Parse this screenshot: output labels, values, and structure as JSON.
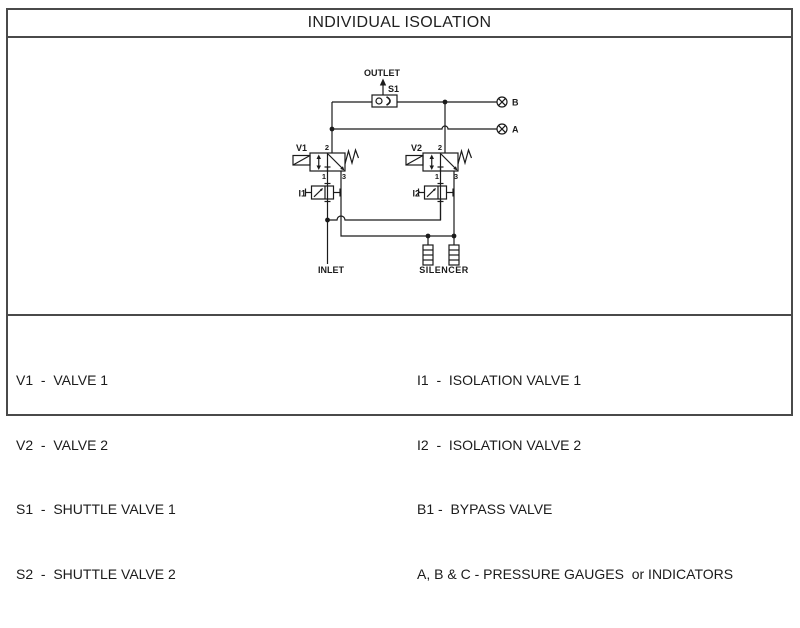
{
  "title": "INDIVIDUAL ISOLATION",
  "diagram": {
    "labels": {
      "outlet": "OUTLET",
      "shuttle": "S1",
      "valve1": "V1",
      "valve2": "V2",
      "iso1": "I1",
      "iso2": "I2",
      "inlet": "INLET",
      "silencer": "SILENCER",
      "gauge_b": "B",
      "gauge_a": "A",
      "port1": "1",
      "port2": "2",
      "port3": "3"
    }
  },
  "legend": {
    "left": [
      "V1  -  VALVE 1",
      "V2  -  VALVE 2",
      "S1  -  SHUTTLE VALVE 1",
      "S2  -  SHUTTLE VALVE 2"
    ],
    "right": [
      "I1  -  ISOLATION VALVE 1",
      "I2  -  ISOLATION VALVE 2",
      "B1 -  BYPASS VALVE",
      "A, B & C - PRESSURE GAUGES  or INDICATORS"
    ]
  },
  "colors": {
    "line": "#1b1b1b",
    "border": "#4a4a4a",
    "background": "#ffffff",
    "text": "#1b1b1b"
  }
}
